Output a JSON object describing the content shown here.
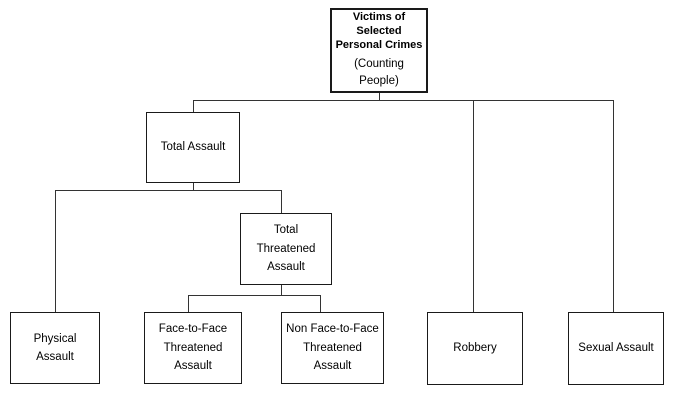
{
  "diagram": {
    "type": "hierarchy-flowchart",
    "colors": {
      "background": "#ffffff",
      "box_border": "#1a1a1a",
      "connector": "#333333",
      "text": "#000000"
    },
    "nodes": {
      "root": {
        "label": "Victims of Selected Personal Crimes",
        "sublabel": "(Counting People)"
      },
      "total_assault": {
        "label": "Total Assault"
      },
      "total_threatened_assault": {
        "label": "Total Threatened Assault"
      },
      "physical_assault": {
        "label": "Physical Assault"
      },
      "face_to_face_threatened_assault": {
        "label": "Face-to-Face Threatened Assault"
      },
      "non_face_to_face_threatened_assault": {
        "label": "Non Face-to-Face Threatened Assault"
      },
      "robbery": {
        "label": "Robbery"
      },
      "sexual_assault": {
        "label": "Sexual Assault"
      }
    },
    "edges": [
      {
        "from": "root",
        "to": "total_assault"
      },
      {
        "from": "root",
        "to": "robbery"
      },
      {
        "from": "root",
        "to": "sexual_assault"
      },
      {
        "from": "total_assault",
        "to": "physical_assault"
      },
      {
        "from": "total_assault",
        "to": "total_threatened_assault"
      },
      {
        "from": "total_threatened_assault",
        "to": "face_to_face_threatened_assault"
      },
      {
        "from": "total_threatened_assault",
        "to": "non_face_to_face_threatened_assault"
      }
    ]
  }
}
